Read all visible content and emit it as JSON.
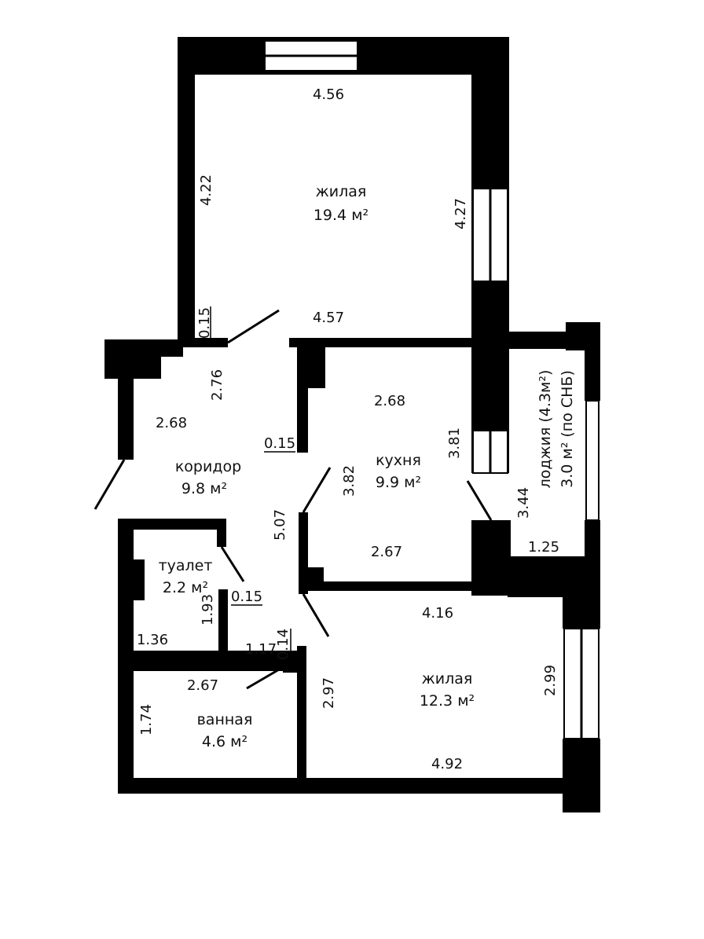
{
  "colors": {
    "wall": "#000000",
    "background": "#ffffff",
    "text": "#111111"
  },
  "rooms": {
    "living_big": {
      "name": "жилая",
      "area": "19.4 м²"
    },
    "corridor": {
      "name": "коридор",
      "area": "9.8 м²"
    },
    "kitchen": {
      "name": "кухня",
      "area": "9.9 м²"
    },
    "toilet": {
      "name": "туалет",
      "area": "2.2 м²"
    },
    "bathroom": {
      "name": "ванная",
      "area": "4.6 м²"
    },
    "living_small": {
      "name": "жилая",
      "area": "12.3 м²"
    },
    "loggia": {
      "name": "лоджия (4.3м²)",
      "note": "3.0 м² (по СНБ)"
    }
  },
  "dimensions": {
    "d456": "4.56",
    "d422": "4.22",
    "d427": "4.27",
    "d015a": "0.15",
    "d457": "4.57",
    "d276": "2.76",
    "d268a": "2.68",
    "d268b": "2.68",
    "d015b": "0.15",
    "d381": "3.81",
    "d382": "3.82",
    "d507": "5.07",
    "d344": "3.44",
    "d267a": "2.67",
    "d125": "1.25",
    "d015c": "0.15",
    "d193": "1.93",
    "d136": "1.36",
    "d416": "4.16",
    "d014": "0.14",
    "d117": "1.17",
    "d267b": "2.67",
    "d297": "2.97",
    "d299": "2.99",
    "d174": "1.74",
    "d492": "4.92"
  }
}
